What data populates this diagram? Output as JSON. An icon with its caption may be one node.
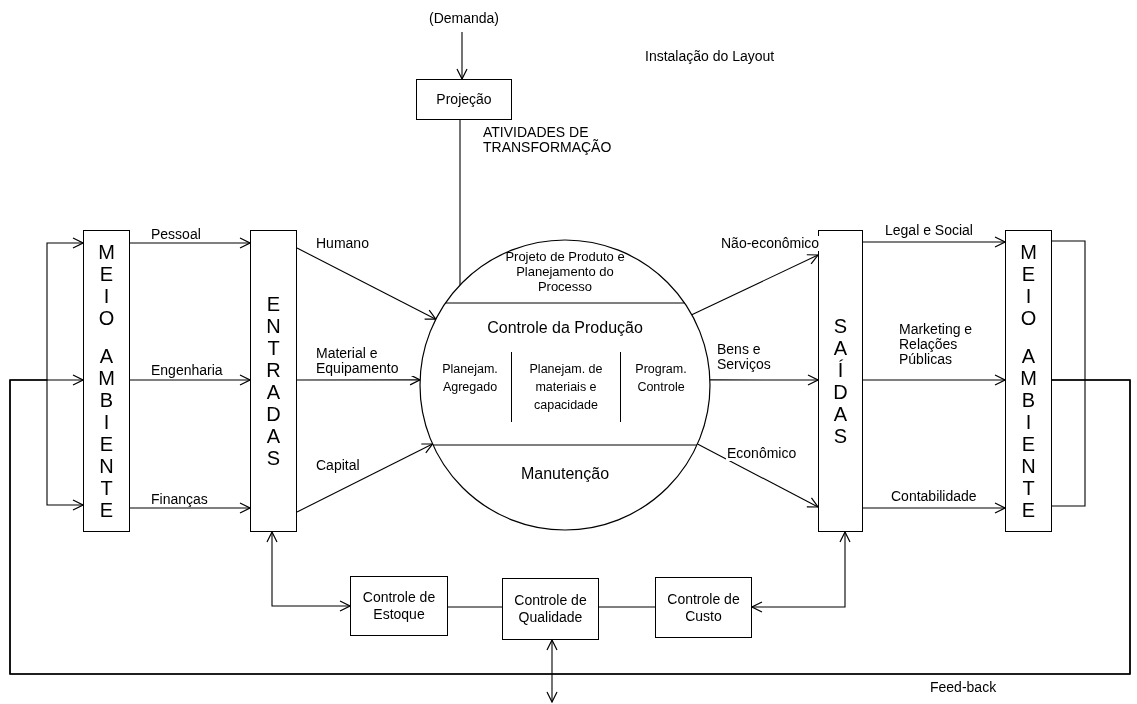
{
  "diagram": {
    "nodes": [
      {
        "text": [
          "(Demanda)"
        ]
      },
      {
        "text": [
          "Projeção"
        ]
      },
      {
        "text": [
          "MEIO AMBIENTE"
        ]
      },
      {
        "text": [
          "ENTRADAS"
        ]
      },
      {
        "text": [],
        "shape": "circle"
      },
      {
        "text": [
          "Projeto de Produto e Planejamento do Processo"
        ],
        "in": 4
      },
      {
        "text": [
          "Controle da Produção"
        ],
        "in": 4
      },
      {
        "text": [
          "Planejam. Agregado"
        ],
        "in": 6
      },
      {
        "text": [
          "Planejam. de materiais e capacidade"
        ],
        "in": 6
      },
      {
        "text": [
          "Program. Controle"
        ],
        "in": 6
      },
      {
        "text": [
          "Manutenção"
        ],
        "in": 4
      },
      {
        "text": [
          "SAÍDAS"
        ]
      },
      {
        "text": [
          "MEIO AMBIENTE"
        ]
      },
      {
        "text": [
          "Controle de Estoque"
        ]
      },
      {
        "text": [
          "Controle de Qualidade"
        ]
      },
      {
        "text": [
          "Controle de Custo"
        ]
      }
    ],
    "edges": [
      {
        "from": 0,
        "to": 1,
        "arrow": "to"
      },
      {
        "from": 1,
        "to": 6,
        "arrow": "to"
      },
      {
        "from": 2,
        "to": 3,
        "arrow": "to",
        "label": "Pessoal"
      },
      {
        "from": 2,
        "to": 3,
        "arrow": "to",
        "label": "Engenharia"
      },
      {
        "from": 2,
        "to": 3,
        "arrow": "to",
        "label": "Finanças"
      },
      {
        "from": 3,
        "to": 4,
        "arrow": "to",
        "label": "Humano"
      },
      {
        "from": 3,
        "to": 4,
        "arrow": "to",
        "label": "Material e Equipamento"
      },
      {
        "from": 3,
        "to": 4,
        "arrow": "to",
        "label": "Capital"
      },
      {
        "from": 4,
        "to": 11,
        "arrow": "to",
        "label": "Não-econômico"
      },
      {
        "from": 4,
        "to": 11,
        "arrow": "to",
        "label": "Bens e Serviços"
      },
      {
        "from": 4,
        "to": 11,
        "arrow": "to",
        "label": "Econômico"
      },
      {
        "from": 11,
        "to": 12,
        "arrow": "to",
        "label": "Legal e Social"
      },
      {
        "from": 11,
        "to": 12,
        "arrow": "to",
        "label": "Marketing e Relações Públicas"
      },
      {
        "from": 11,
        "to": 12,
        "arrow": "to",
        "label": "Contabilidade"
      },
      {
        "from": 3,
        "to": 13,
        "arrow": "both"
      },
      {
        "from": 13,
        "to": 14,
        "arrow": "none"
      },
      {
        "from": 14,
        "to": 15,
        "arrow": "none"
      },
      {
        "from": 15,
        "to": 11,
        "arrow": "both"
      },
      {
        "from": null,
        "to": 14,
        "arrow": "both"
      },
      {
        "from": 12,
        "to": 2,
        "arrow": "to"
      },
      {
        "from": 12,
        "to": 2,
        "arrow": "to"
      },
      {
        "from": 12,
        "to": 2,
        "arrow": "to"
      },
      {
        "from": 12,
        "to": 12,
        "arrow": "none"
      }
    ],
    "labels": [
      "Instalação do Layout",
      "ATIVIDADES DE TRANSFORMAÇÃO",
      "Feed-back"
    ]
  }
}
